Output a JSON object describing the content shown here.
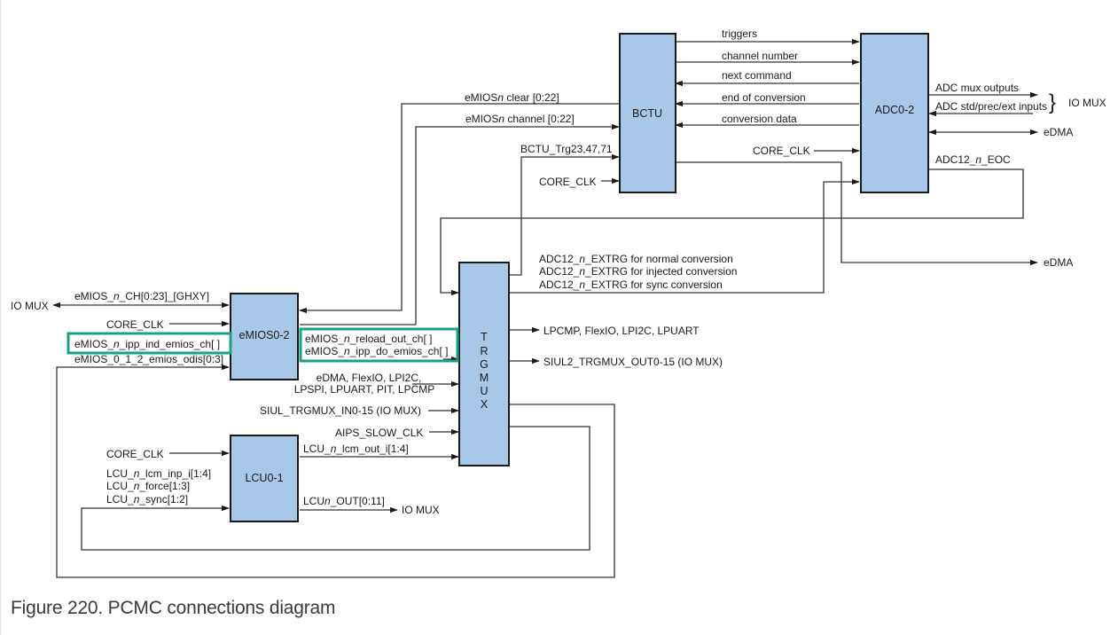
{
  "figure": {
    "caption": "Figure 220.  PCMC connections diagram"
  },
  "blocks": {
    "bctu": "BCTU",
    "adc": "ADC0-2",
    "emios": "eMIOS0-2",
    "trgmux": [
      "T",
      "R",
      "G",
      "M",
      "U",
      "X"
    ],
    "lcu": "LCU0-1"
  },
  "bctu_adc_signals": {
    "triggers": "triggers",
    "channel_number": "channel number",
    "next_command": "next command",
    "end_of_conversion": "end of conversion",
    "conversion_data": "conversion data",
    "core_clk": "CORE_CLK"
  },
  "adc_outputs": {
    "mux_outputs": "ADC mux outputs",
    "inputs": "ADC std/prec/ext inputs",
    "brace": "}",
    "io_mux": "IO MUX",
    "edma": "eDMA",
    "eoc_pre": "ADC12_",
    "eoc_n": "n",
    "eoc_post": "_EOC"
  },
  "bctu_inputs": {
    "clear_pre": "eMIOS",
    "clear_n": "n",
    "clear_post": " clear [0:22]",
    "channel_pre": "eMIOS",
    "channel_n": "n",
    "channel_post": " channel [0:22]",
    "trg": "BCTU_Trg23,47,71",
    "core_clk": "CORE_CLK"
  },
  "bctu_edma": "eDMA",
  "extrg": {
    "pre": "ADC12_",
    "n": "n",
    "normal": "_EXTRG for normal conversion",
    "injected": "_EXTRG for injected conversion",
    "sync": "_EXTRG for sync conversion"
  },
  "emios_signals": {
    "io_mux": "IO MUX",
    "ch_pre": "eMIOS_",
    "ch_n": "n",
    "ch_post": "_CH[0:23]_[GHXY]",
    "core_clk": "CORE_CLK",
    "ind_pre": "eMIOS_",
    "ind_n": "n",
    "ind_post": "_ipp_ind_emios_ch[ ]",
    "odis": "eMIOS_0_1_2_emios_odis[0:3]"
  },
  "emios_trgmux": {
    "reload_pre": "eMIOS_",
    "reload_n": "n",
    "reload_post": "_reload_out_ch[ ]",
    "do_pre": "eMIOS_",
    "do_n": "n",
    "do_post": "_ipp_do_emios_ch[ ]"
  },
  "trgmux_inputs": {
    "periph_line1": "eDMA, FlexIO, LPI2C,",
    "periph_line2": "LPSPI, LPUART, PIT, LPCMP",
    "siul_in": "SIUL_TRGMUX_IN0-15 (IO MUX)",
    "aips": "AIPS_SLOW_CLK"
  },
  "trgmux_outputs": {
    "periph": "LPCMP, FlexIO, LPI2C, LPUART",
    "siul_out": "SIUL2_TRGMUX_OUT0-15 (IO MUX)"
  },
  "lcu_signals": {
    "core_clk": "CORE_CLK",
    "inp_pre": "LCU_",
    "inp_n": "n",
    "inp_post": "_lcm_inp_i[1:4]",
    "force_pre": "LCU_",
    "force_n": "n",
    "force_post": "_force[1:3]",
    "sync_pre": "LCU_",
    "sync_n": "n",
    "sync_post": "_sync[1:2]",
    "out_i_pre": "LCU_",
    "out_i_n": "n",
    "out_i_post": "_lcm_out_i[1:4]",
    "out_pre": "LCU",
    "out_n": "n",
    "out_post": "_OUT[0:11]",
    "io_mux": "IO MUX"
  },
  "colors": {
    "block_fill": "#a7c8e9",
    "highlight": "#1aa082",
    "line": "#333333"
  }
}
